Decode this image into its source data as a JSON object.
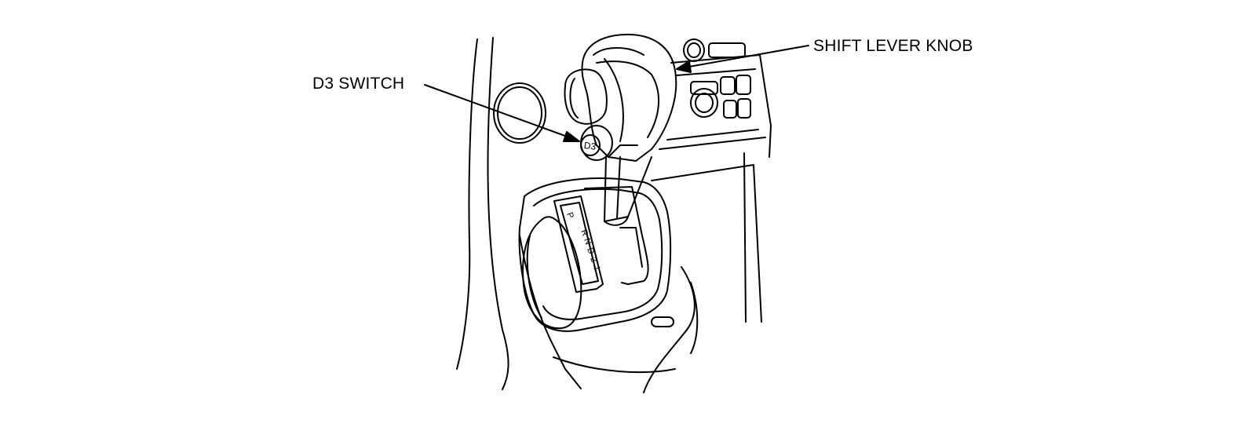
{
  "callouts": {
    "d3_switch": "D3 SWITCH",
    "shift_lever_knob": "SHIFT LEVER KNOB"
  },
  "knob": {
    "button_text": "D3"
  },
  "gate": {
    "positions": [
      "P",
      "R",
      "N",
      "D",
      "2",
      "1"
    ]
  },
  "colors": {
    "line": "#000000",
    "background": "#ffffff"
  }
}
